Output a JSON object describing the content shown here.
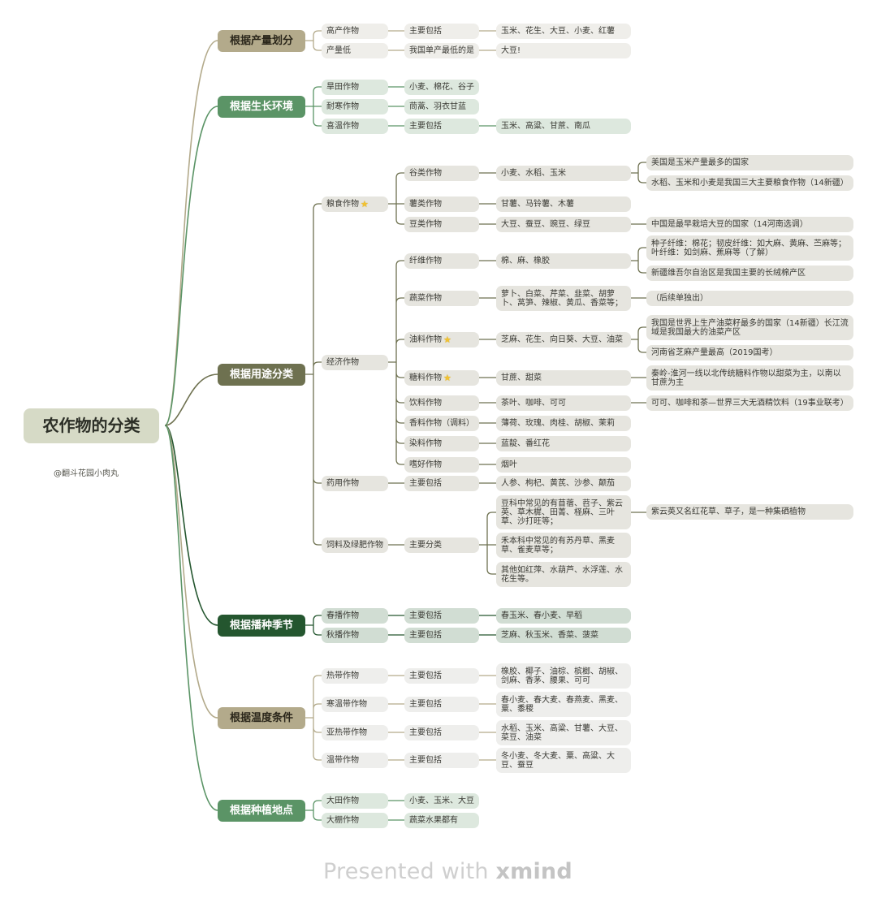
{
  "root": {
    "label": "农作物的分类"
  },
  "watermark": "@翻斗花园小肉丸",
  "footer": {
    "prefix": "Presented with ",
    "brand": "xmind"
  },
  "icons": {
    "star": "★"
  },
  "colors": {
    "tan": "#b3aa8b",
    "green": "#5b9466",
    "olive": "#6e7150",
    "dark_green": "#24562f",
    "root_bg": "#d6dac6",
    "node_gray": "#e6e5df",
    "node_mint": "#dde8de"
  },
  "branches": {
    "yield": {
      "label": "根据产量划分",
      "items": [
        {
          "label": "高产作物",
          "sub": "主要包括",
          "detail": "玉米、花生、大豆、小麦、红薯"
        },
        {
          "label": "产量低",
          "sub": "我国单产最低的是",
          "detail": "大豆!"
        }
      ]
    },
    "environment": {
      "label": "根据生长环境",
      "items": [
        {
          "label": "旱田作物",
          "sub": "小麦、棉花、谷子"
        },
        {
          "label": "耐寒作物",
          "sub": "茼蒿、羽衣甘蓝"
        },
        {
          "label": "喜温作物",
          "sub": "主要包括",
          "detail": "玉米、高粱、甘蔗、南瓜"
        }
      ]
    },
    "usage": {
      "label": "根据用途分类",
      "grain": {
        "label": "粮食作物",
        "items": [
          {
            "label": "谷类作物",
            "detail": "小麦、水稻、玉米",
            "notes": [
              "美国是玉米产量最多的国家",
              "水稻、玉米和小麦是我国三大主要粮食作物（14新疆）"
            ]
          },
          {
            "label": "薯类作物",
            "detail": "甘薯、马铃薯、木薯"
          },
          {
            "label": "豆类作物",
            "detail": "大豆、蚕豆、豌豆、绿豆",
            "notes": [
              "中国是最早栽培大豆的国家（14河南选调）"
            ]
          }
        ]
      },
      "economic": {
        "label": "经济作物",
        "items": [
          {
            "label": "纤维作物",
            "detail": "棉、麻、橡胶",
            "notes": [
              "种子纤维：棉花；韧皮纤维：如大麻、黄麻、苎麻等；\n叶纤维：如剑麻、蕉麻等（了解）",
              "新疆维吾尔自治区是我国主要的长绒棉产区"
            ]
          },
          {
            "label": "蔬菜作物",
            "detail": "萝卜、白菜、芹菜、韭菜、胡萝\n卜、莴笋、辣椒、黄瓜、香菜等；",
            "notes": [
              "（后续单独出）"
            ]
          },
          {
            "label": "油料作物",
            "detail": "芝麻、花生、向日葵、大豆、油菜",
            "notes": [
              "我国是世界上生产油菜籽最多的国家（14新疆）长江流\n域是我国最大的油菜产区",
              "河南省芝麻产量最高（2019国考）"
            ]
          },
          {
            "label": "糖料作物",
            "detail": "甘蔗、甜菜",
            "notes": [
              "秦岭-淮河一线以北传统糖料作物以甜菜为主，以南以\n甘蔗为主"
            ]
          },
          {
            "label": "饮料作物",
            "detail": "茶叶、咖啡、可可",
            "notes": [
              "可可、咖啡和茶—世界三大无酒精饮料（19事业联考）"
            ]
          },
          {
            "label": "香料作物（调料）",
            "detail": "薄荷、玫瑰、肉桂、胡椒、茉莉"
          },
          {
            "label": "染料作物",
            "detail": "蓝靛、番红花"
          },
          {
            "label": "嗜好作物",
            "detail": "烟叶"
          }
        ]
      },
      "medicinal": {
        "label": "药用作物",
        "sub": "主要包括",
        "detail": "人参、枸杞、黄芪、沙参、颠茄"
      },
      "feed": {
        "label": "饲料及绿肥作物",
        "sub": "主要分类",
        "items": [
          {
            "detail": "豆科中常见的有苜蓿、苕子、紫云\n英、草木樨、田菁、柽麻、三叶\n草、沙打旺等；",
            "notes": [
              "紫云英又名红花草、草子，是一种集硒植物"
            ]
          },
          {
            "detail": "禾本科中常见的有苏丹草、黑麦\n草、雀麦草等；"
          },
          {
            "detail": "其他如红萍、水葫芦、水浮莲、水\n花生等。"
          }
        ]
      }
    },
    "season": {
      "label": "根据播种季节",
      "items": [
        {
          "label": "春播作物",
          "sub": "主要包括",
          "detail": "春玉米、春小麦、早稻"
        },
        {
          "label": "秋播作物",
          "sub": "主要包括",
          "detail": "芝麻、秋玉米、香菜、菠菜"
        }
      ]
    },
    "temperature": {
      "label": "根据温度条件",
      "items": [
        {
          "label": "热带作物",
          "sub": "主要包括",
          "detail": "橡胶、椰子、油棕、槟榔、胡椒、\n剑麻、香茅、腰果、可可"
        },
        {
          "label": "寒温带作物",
          "sub": "主要包括",
          "detail": "春小麦、春大麦、春燕麦、黑麦、\n粟、黍稷"
        },
        {
          "label": "亚热带作物",
          "sub": "主要包括",
          "detail": "水稻、玉米、高粱、甘薯、大豆、\n菜豆、油菜"
        },
        {
          "label": "温带作物",
          "sub": "主要包括",
          "detail": "冬小麦、冬大麦、粟、高粱、大\n豆、蚕豆"
        }
      ]
    },
    "location": {
      "label": "根据种植地点",
      "items": [
        {
          "label": "大田作物",
          "sub": "小麦、玉米、大豆"
        },
        {
          "label": "大棚作物",
          "sub": "蔬菜水果都有"
        }
      ]
    }
  }
}
